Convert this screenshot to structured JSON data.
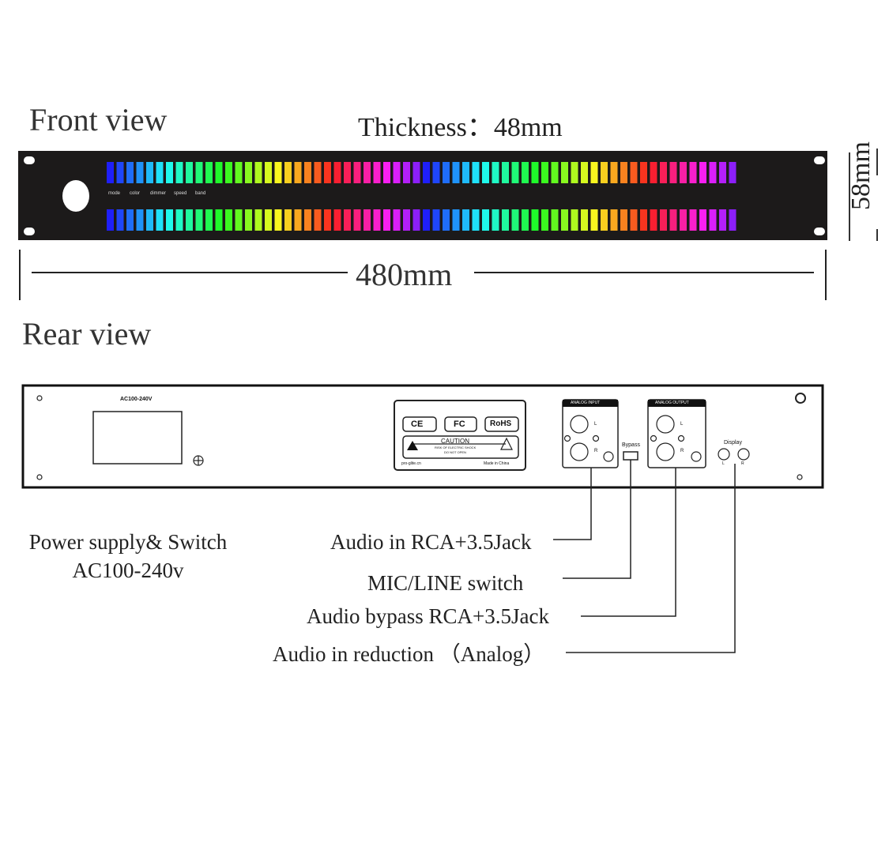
{
  "front": {
    "title": "Front view",
    "thickness": "Thickness：48mm",
    "height_dim": "58mm",
    "width_dim": "480mm",
    "panel_labels": [
      "mode",
      "color",
      "dimmer",
      "speed",
      "band"
    ],
    "meter_bars_per_row": 64,
    "meter_rows": 2
  },
  "rear": {
    "title": "Rear view",
    "power_label": "AC100-240V",
    "cert": {
      "ce": "CE",
      "fc": "FC",
      "rohs": "RoHS",
      "caution": "CAUTION",
      "warning_line1": "RISK OF ELECTRIC SHOCK",
      "warning_line2": "DO NOT OPEN",
      "website": "pro-glite.cn",
      "made_in": "Made in China"
    },
    "analog_input": "ANALOG INPUT",
    "analog_output": "ANALOG OUTPUT",
    "left": "L",
    "right": "R",
    "bypass": "Bypass",
    "display": "Display"
  },
  "callouts": {
    "power_line1": "Power supply& Switch",
    "power_line2": "AC100-240v",
    "audio_in": "Audio in RCA+3.5Jack",
    "mic_line": "MIC/LINE switch",
    "bypass": "Audio bypass RCA+3.5Jack",
    "reduction": "Audio in reduction （Analog）"
  }
}
